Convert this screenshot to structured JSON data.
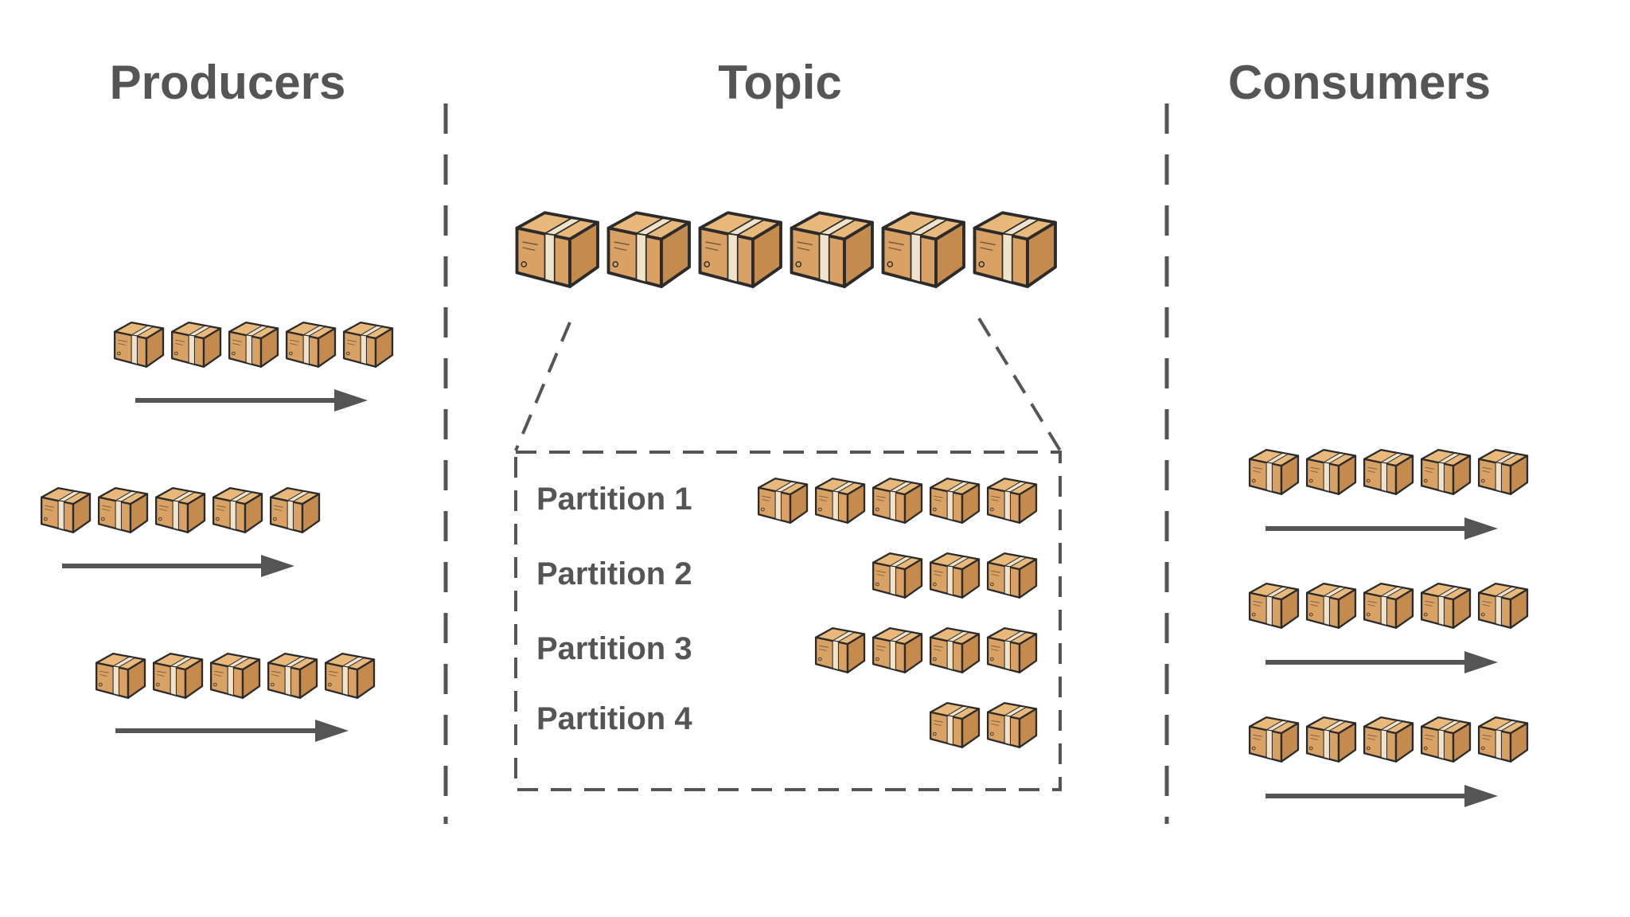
{
  "headers": {
    "producers": "Producers",
    "topic": "Topic",
    "consumers": "Consumers"
  },
  "colors": {
    "text": "#555555",
    "line": "#555555",
    "box_front": "#D9A163",
    "box_side": "#C48A4E",
    "box_top": "#E8B97A",
    "tape": "#EFE3CB",
    "outline": "#2b2b2b"
  },
  "topic": {
    "message_count": 6,
    "partitions": [
      {
        "label": "Partition 1",
        "messages": 5
      },
      {
        "label": "Partition 2",
        "messages": 3
      },
      {
        "label": "Partition 3",
        "messages": 4
      },
      {
        "label": "Partition 4",
        "messages": 2
      }
    ]
  },
  "producers": [
    {
      "messages": 5
    },
    {
      "messages": 5
    },
    {
      "messages": 5
    }
  ],
  "consumers": [
    {
      "messages": 5
    },
    {
      "messages": 5
    },
    {
      "messages": 5
    }
  ],
  "icons": {
    "message": "package-box-icon",
    "flow": "arrow-right-icon"
  }
}
